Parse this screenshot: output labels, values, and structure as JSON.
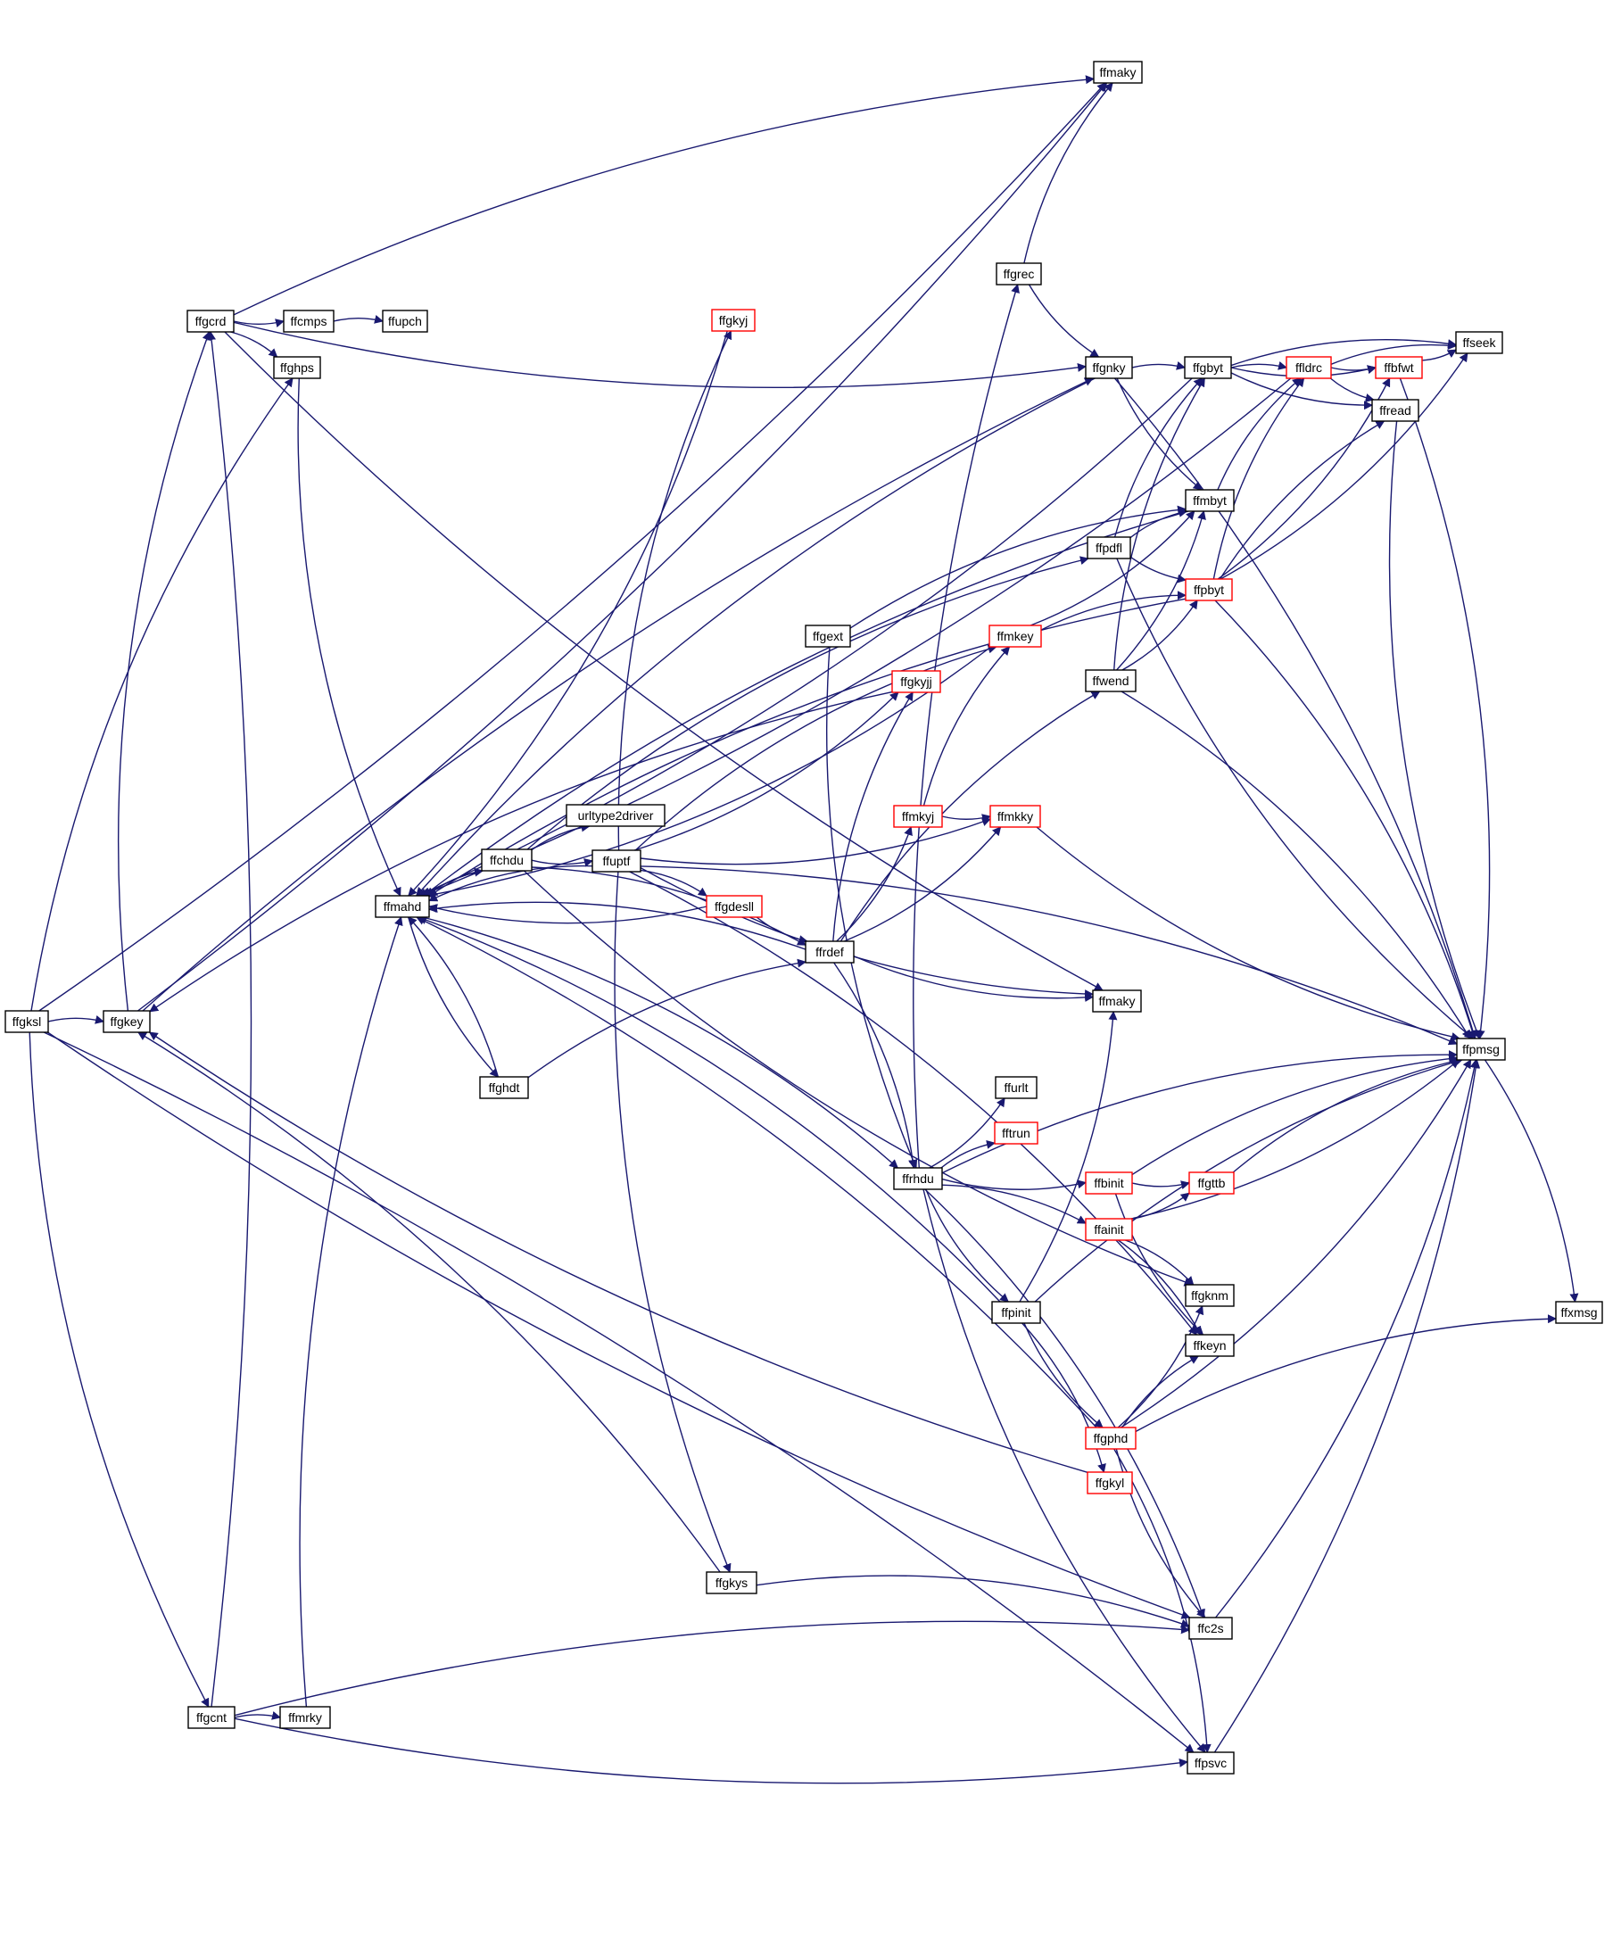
{
  "colors": {
    "edge": "#191970",
    "node_border_documented": "#000000",
    "node_border_undocumented": "#ff0000",
    "root_fill": "#bfbfbf",
    "node_fill": "#ffffff"
  },
  "nodes": [
    {
      "id": "ffgksl",
      "label": "ffgksl",
      "root": true
    },
    {
      "id": "ffgkey",
      "label": "ffgkey"
    },
    {
      "id": "ffmaky_top",
      "label": "ffmaky"
    },
    {
      "id": "ffgcrd",
      "label": "ffgcrd"
    },
    {
      "id": "ffcmps",
      "label": "ffcmps"
    },
    {
      "id": "ffupch",
      "label": "ffupch"
    },
    {
      "id": "ffghps",
      "label": "ffghps"
    },
    {
      "id": "ffgkyj_top",
      "label": "ffgkyj",
      "undocumented": true
    },
    {
      "id": "ffgrec",
      "label": "ffgrec"
    },
    {
      "id": "ffgnky",
      "label": "ffgnky"
    },
    {
      "id": "ffgbyt",
      "label": "ffgbyt"
    },
    {
      "id": "ffldrc",
      "label": "ffldrc",
      "undocumented": true
    },
    {
      "id": "ffbfwt",
      "label": "ffbfwt",
      "undocumented": true
    },
    {
      "id": "ffseek",
      "label": "ffseek"
    },
    {
      "id": "ffread",
      "label": "ffread"
    },
    {
      "id": "ffmbyt",
      "label": "ffmbyt"
    },
    {
      "id": "ffpdfl",
      "label": "ffpdfl"
    },
    {
      "id": "ffpbyt",
      "label": "ffpbyt",
      "undocumented": true
    },
    {
      "id": "ffgext",
      "label": "ffgext"
    },
    {
      "id": "ffmkey",
      "label": "ffmkey",
      "undocumented": true
    },
    {
      "id": "ffwend",
      "label": "ffwend"
    },
    {
      "id": "ffgkyjj",
      "label": "ffgkyjj",
      "undocumented": true
    },
    {
      "id": "urltype2driver",
      "label": "urltype2driver"
    },
    {
      "id": "ffmkyj",
      "label": "ffmkyj",
      "undocumented": true
    },
    {
      "id": "ffmkky",
      "label": "ffmkky",
      "undocumented": true
    },
    {
      "id": "ffchdu",
      "label": "ffchdu"
    },
    {
      "id": "ffuptf",
      "label": "ffuptf"
    },
    {
      "id": "ffmahd",
      "label": "ffmahd"
    },
    {
      "id": "ffgdesll",
      "label": "ffgdesll",
      "undocumented": true
    },
    {
      "id": "ffrdef",
      "label": "ffrdef"
    },
    {
      "id": "ffmaky_mid",
      "label": "ffmaky"
    },
    {
      "id": "ffpmsg",
      "label": "ffpmsg"
    },
    {
      "id": "ffghdt",
      "label": "ffghdt"
    },
    {
      "id": "ffurlt",
      "label": "ffurlt"
    },
    {
      "id": "fftrun",
      "label": "fftrun",
      "undocumented": true
    },
    {
      "id": "ffrhdu",
      "label": "ffrhdu"
    },
    {
      "id": "ffbinit",
      "label": "ffbinit",
      "undocumented": true
    },
    {
      "id": "ffgttb",
      "label": "ffgttb",
      "undocumented": true
    },
    {
      "id": "ffainit",
      "label": "ffainit",
      "undocumented": true
    },
    {
      "id": "ffgknm",
      "label": "ffgknm"
    },
    {
      "id": "ffpinit",
      "label": "ffpinit"
    },
    {
      "id": "ffxmsg",
      "label": "ffxmsg"
    },
    {
      "id": "ffkeyn",
      "label": "ffkeyn"
    },
    {
      "id": "ffgphd",
      "label": "ffgphd",
      "undocumented": true
    },
    {
      "id": "ffgkyl",
      "label": "ffgkyl",
      "undocumented": true
    },
    {
      "id": "ffgkys",
      "label": "ffgkys"
    },
    {
      "id": "ffc2s",
      "label": "ffc2s"
    },
    {
      "id": "ffgcnt",
      "label": "ffgcnt"
    },
    {
      "id": "ffmrky",
      "label": "ffmrky"
    },
    {
      "id": "ffpsvc",
      "label": "ffpsvc"
    }
  ],
  "edges": [
    [
      "ffgksl",
      "ffgkey"
    ],
    [
      "ffgksl",
      "ffmaky_top"
    ],
    [
      "ffgksl",
      "ffghps"
    ],
    [
      "ffgksl",
      "ffgcnt"
    ],
    [
      "ffgksl",
      "ffpsvc"
    ],
    [
      "ffgksl",
      "ffc2s"
    ],
    [
      "ffgkey",
      "ffgcrd"
    ],
    [
      "ffgkey",
      "ffmaky_top"
    ],
    [
      "ffgkey",
      "ffgnky"
    ],
    [
      "ffgcrd",
      "ffcmps"
    ],
    [
      "ffgcrd",
      "ffghps"
    ],
    [
      "ffgcrd",
      "ffgnky"
    ],
    [
      "ffgcrd",
      "ffmaky_top"
    ],
    [
      "ffgcrd",
      "ffmaky_mid"
    ],
    [
      "ffcmps",
      "ffupch"
    ],
    [
      "ffghps",
      "ffmahd"
    ],
    [
      "ffgkyj_top",
      "ffmahd"
    ],
    [
      "ffgkyjj",
      "ffgkey"
    ],
    [
      "ffgrec",
      "ffmaky_top"
    ],
    [
      "ffgrec",
      "ffgnky"
    ],
    [
      "ffgnky",
      "ffgbyt"
    ],
    [
      "ffgnky",
      "ffmbyt"
    ],
    [
      "ffgnky",
      "ffpmsg"
    ],
    [
      "ffgnky",
      "ffmahd"
    ],
    [
      "ffgbyt",
      "ffldrc"
    ],
    [
      "ffgbyt",
      "ffbfwt"
    ],
    [
      "ffgbyt",
      "ffseek"
    ],
    [
      "ffgbyt",
      "ffread"
    ],
    [
      "ffgbyt",
      "ffmahd"
    ],
    [
      "ffldrc",
      "ffbfwt"
    ],
    [
      "ffldrc",
      "ffseek"
    ],
    [
      "ffldrc",
      "ffread"
    ],
    [
      "ffldrc",
      "ffmahd"
    ],
    [
      "ffbfwt",
      "ffseek"
    ],
    [
      "ffbfwt",
      "ffpmsg"
    ],
    [
      "ffread",
      "ffpmsg"
    ],
    [
      "ffmbyt",
      "ffldrc"
    ],
    [
      "ffmbyt",
      "ffmahd"
    ],
    [
      "ffpdfl",
      "ffmbyt"
    ],
    [
      "ffpdfl",
      "ffpbyt"
    ],
    [
      "ffpdfl",
      "ffgbyt"
    ],
    [
      "ffpdfl",
      "ffpmsg"
    ],
    [
      "ffpbyt",
      "ffldrc"
    ],
    [
      "ffpbyt",
      "ffbfwt"
    ],
    [
      "ffpbyt",
      "ffread"
    ],
    [
      "ffpbyt",
      "ffseek"
    ],
    [
      "ffpbyt",
      "ffpmsg"
    ],
    [
      "ffpbyt",
      "ffmahd"
    ],
    [
      "ffgext",
      "ffmbyt"
    ],
    [
      "ffgext",
      "ffrhdu"
    ],
    [
      "ffmkey",
      "ffpbyt"
    ],
    [
      "ffmkey",
      "ffmbyt"
    ],
    [
      "ffmkey",
      "ffmahd"
    ],
    [
      "ffwend",
      "ffpbyt"
    ],
    [
      "ffwend",
      "ffgbyt"
    ],
    [
      "ffwend",
      "ffmbyt"
    ],
    [
      "ffwend",
      "ffpmsg"
    ],
    [
      "ffmkyj",
      "ffmkky"
    ],
    [
      "ffmkyj",
      "ffmkey"
    ],
    [
      "ffmkky",
      "ffpmsg"
    ],
    [
      "ffchdu",
      "urltype2driver"
    ],
    [
      "ffchdu",
      "ffuptf"
    ],
    [
      "ffchdu",
      "ffrdef"
    ],
    [
      "ffchdu",
      "ffmahd"
    ],
    [
      "ffchdu",
      "ffpdfl"
    ],
    [
      "ffchdu",
      "ffgknm"
    ],
    [
      "ffuptf",
      "ffgkyj_top"
    ],
    [
      "ffuptf",
      "ffgkyjj"
    ],
    [
      "ffuptf",
      "ffmkey"
    ],
    [
      "ffuptf",
      "ffmkky"
    ],
    [
      "ffuptf",
      "ffgdesll"
    ],
    [
      "ffuptf",
      "ffgkys"
    ],
    [
      "ffuptf",
      "ffpmsg"
    ],
    [
      "ffuptf",
      "ffmaky_mid"
    ],
    [
      "ffuptf",
      "ffkeyn"
    ],
    [
      "ffuptf",
      "ffmahd"
    ],
    [
      "ffmahd",
      "ffchdu"
    ],
    [
      "ffmahd",
      "ffghdt"
    ],
    [
      "ffmahd",
      "ffrhdu"
    ],
    [
      "ffgdesll",
      "ffrdef"
    ],
    [
      "ffgdesll",
      "ffmahd"
    ],
    [
      "ffrdef",
      "ffmkyj"
    ],
    [
      "ffrdef",
      "ffgkyjj"
    ],
    [
      "ffrdef",
      "ffmkky"
    ],
    [
      "ffrdef",
      "ffwend"
    ],
    [
      "ffrdef",
      "ffmaky_mid"
    ],
    [
      "ffrdef",
      "ffrhdu"
    ],
    [
      "ffrdef",
      "ffmahd"
    ],
    [
      "ffghdt",
      "ffrdef"
    ],
    [
      "ffghdt",
      "ffmahd"
    ],
    [
      "ffrhdu",
      "ffgrec"
    ],
    [
      "ffrhdu",
      "ffurlt"
    ],
    [
      "ffrhdu",
      "fftrun"
    ],
    [
      "ffrhdu",
      "ffbinit"
    ],
    [
      "ffrhdu",
      "ffainit"
    ],
    [
      "ffrhdu",
      "ffpinit"
    ],
    [
      "ffrhdu",
      "ffc2s"
    ],
    [
      "ffrhdu",
      "ffpsvc"
    ],
    [
      "ffrhdu",
      "ffpmsg"
    ],
    [
      "ffbinit",
      "ffgttb"
    ],
    [
      "ffbinit",
      "ffpmsg"
    ],
    [
      "ffbinit",
      "ffkeyn"
    ],
    [
      "ffgttb",
      "ffpmsg"
    ],
    [
      "ffainit",
      "ffgttb"
    ],
    [
      "ffainit",
      "ffgknm"
    ],
    [
      "ffainit",
      "ffpmsg"
    ],
    [
      "ffainit",
      "ffkeyn"
    ],
    [
      "ffpinit",
      "ffgphd"
    ],
    [
      "ffpinit",
      "ffgkyl"
    ],
    [
      "ffpinit",
      "ffmaky_mid"
    ],
    [
      "ffpinit",
      "ffpmsg"
    ],
    [
      "ffpinit",
      "ffmahd"
    ],
    [
      "ffpmsg",
      "ffxmsg"
    ],
    [
      "ffgphd",
      "ffgknm"
    ],
    [
      "ffgphd",
      "ffkeyn"
    ],
    [
      "ffgphd",
      "ffpmsg"
    ],
    [
      "ffgphd",
      "ffxmsg"
    ],
    [
      "ffgphd",
      "ffc2s"
    ],
    [
      "ffgphd",
      "ffpsvc"
    ],
    [
      "ffgphd",
      "ffmahd"
    ],
    [
      "ffgkyl",
      "ffgkey"
    ],
    [
      "ffgkys",
      "ffgkey"
    ],
    [
      "ffgkys",
      "ffc2s"
    ],
    [
      "ffc2s",
      "ffpmsg"
    ],
    [
      "ffgcnt",
      "ffmrky"
    ],
    [
      "ffgcnt",
      "ffgcrd"
    ],
    [
      "ffgcnt",
      "ffc2s"
    ],
    [
      "ffgcnt",
      "ffpsvc"
    ],
    [
      "ffmrky",
      "ffmahd"
    ],
    [
      "ffpsvc",
      "ffpmsg"
    ]
  ]
}
